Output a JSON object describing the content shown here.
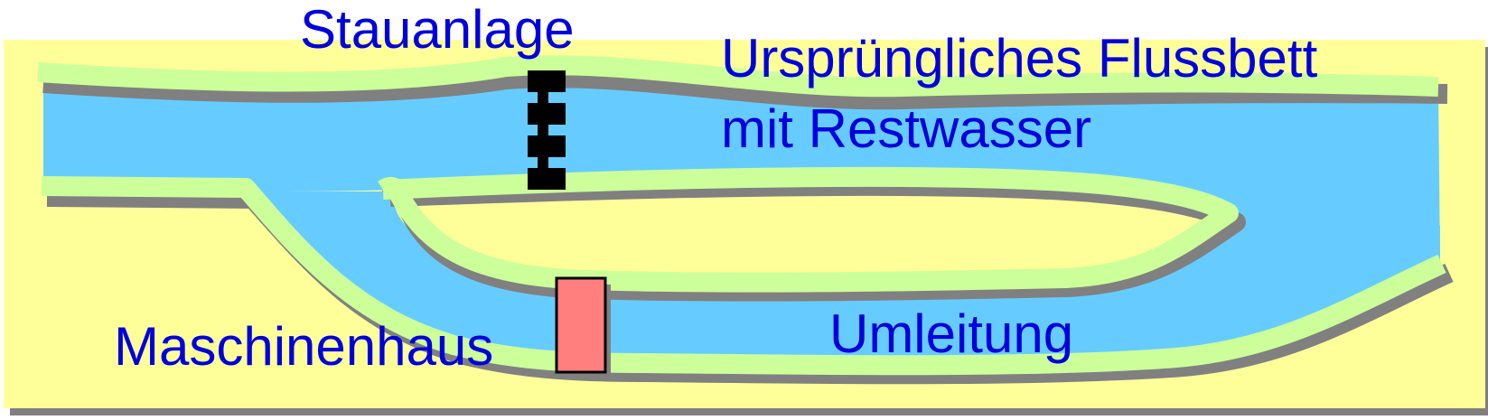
{
  "labels": {
    "dam": "Stauanlage",
    "original_riverbed_line1": "Ursprüngliches Flussbett",
    "original_riverbed_line2": "mit Restwasser",
    "powerhouse": "Maschinenhaus",
    "diversion": "Umleitung"
  },
  "colors": {
    "background": "#ffff99",
    "water": "#66ccff",
    "bank": "#ccff99",
    "bank_shadow": "#808080",
    "dam": "#000000",
    "powerhouse": "#ff7f7f",
    "label_text": "#0000dd"
  }
}
